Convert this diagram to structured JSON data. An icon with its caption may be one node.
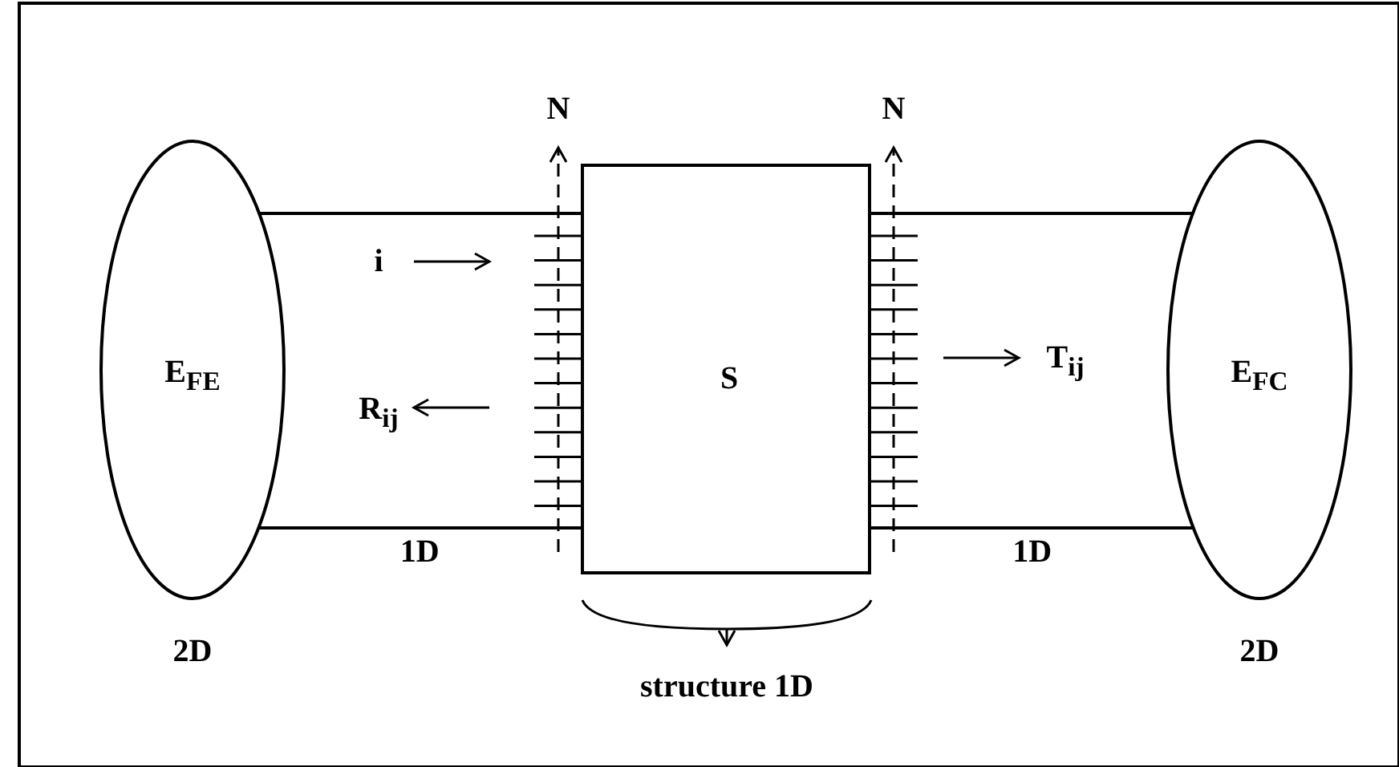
{
  "diagram": {
    "nodes": [
      {
        "text": [
          "E$_{FE}$"
        ],
        "beside": [
          "2D"
        ]
      },
      {
        "text": [
          "S"
        ],
        "beside": [
          "structure 1D"
        ]
      },
      {
        "text": [
          "E$_{FC}$"
        ],
        "beside": [
          "2D"
        ]
      }
    ],
    "edges": [
      {
        "from": 0,
        "to": 1,
        "arrow": "none"
      },
      {
        "from": 1,
        "to": 2,
        "arrow": "none"
      },
      {
        "from": 0,
        "to": 1,
        "arrow": "none",
        "label": "1D"
      },
      {
        "from": 1,
        "to": 2,
        "arrow": "none",
        "label": "1D"
      }
    ],
    "labels": [
      "N",
      "N",
      "i",
      "R$_{ij}$",
      "T$_{ij}$"
    ]
  }
}
